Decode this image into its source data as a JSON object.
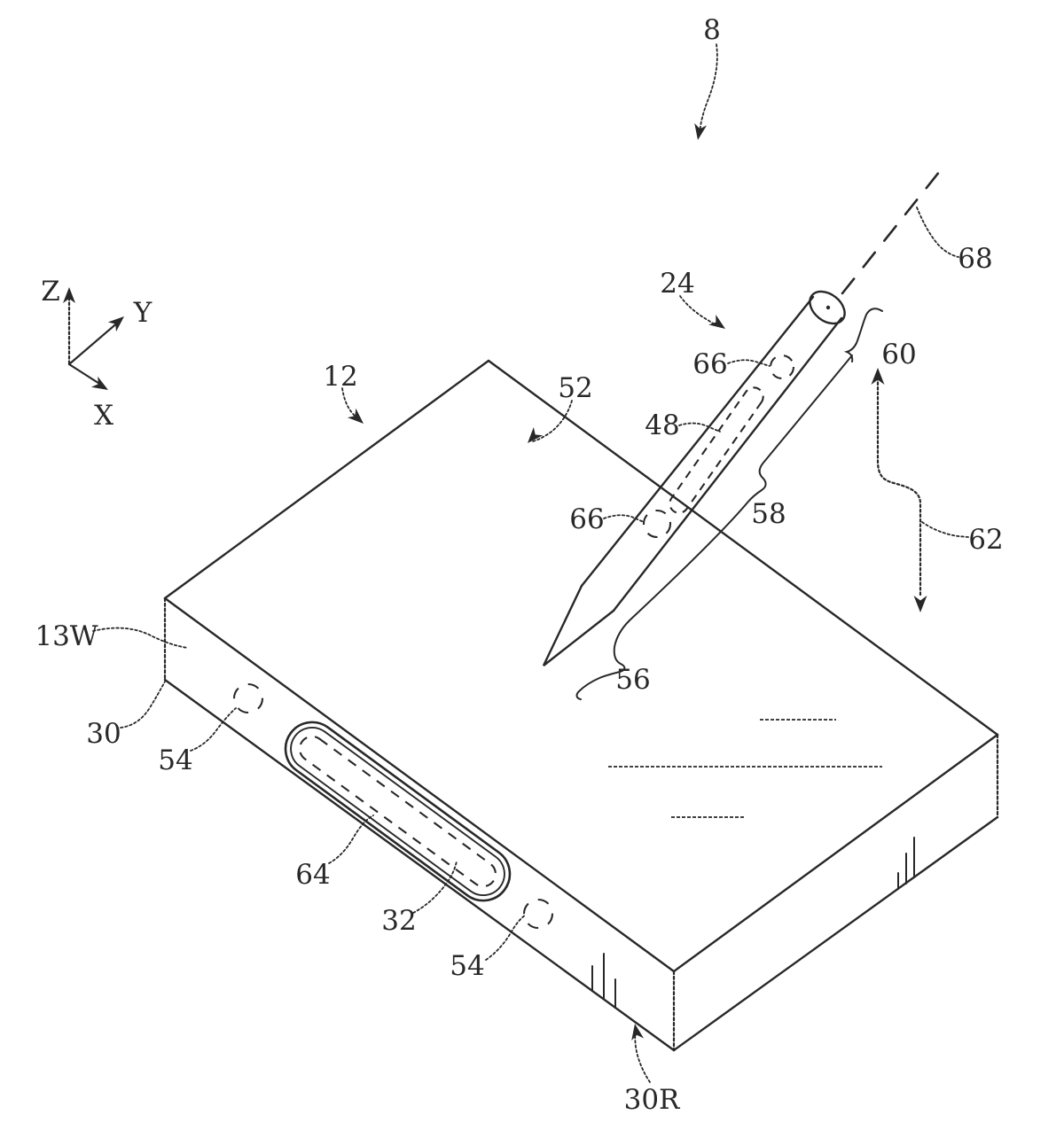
{
  "figure": {
    "labels": {
      "ref_8": "8",
      "ref_12": "12",
      "ref_24": "24",
      "ref_52": "52",
      "ref_68": "68",
      "ref_60": "60",
      "ref_66_upper": "66",
      "ref_48": "48",
      "ref_66_lower": "66",
      "ref_58": "58",
      "ref_56": "56",
      "ref_62": "62",
      "ref_13W": "13W",
      "ref_30": "30",
      "ref_54_left": "54",
      "ref_64": "64",
      "ref_32": "32",
      "ref_54_right": "54",
      "ref_30R": "30R"
    },
    "axes": {
      "x": "X",
      "y": "Y",
      "z": "Z"
    },
    "colors": {
      "background": "#ffffff",
      "ink": "#282828"
    }
  }
}
